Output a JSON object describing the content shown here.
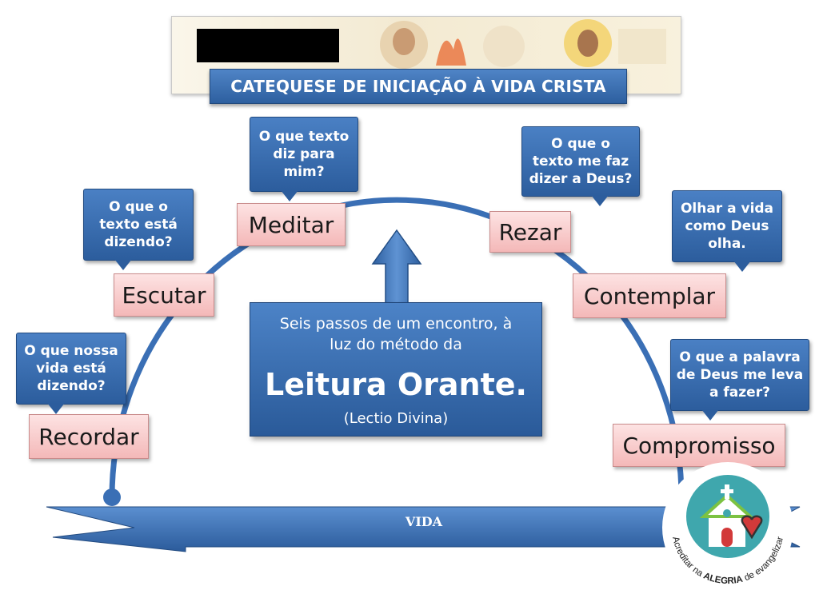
{
  "header": {
    "banner_title": "CATEQUESE DE INICIAÇÃO À VIDA CRISTA"
  },
  "steps": [
    {
      "label": "Recordar",
      "question": "O que nossa\nvida está\ndizendo?"
    },
    {
      "label": "Escutar",
      "question": "O que o\ntexto está\ndizendo?"
    },
    {
      "label": "Meditar",
      "question": "O que texto\ndiz para\nmim?"
    },
    {
      "label": "Rezar",
      "question": "O que o\ntexto me faz\ndizer a Deus?"
    },
    {
      "label": "Contemplar",
      "question": "Olhar a vida\ncomo Deus\nolha."
    },
    {
      "label": "Compromisso",
      "question": "O que a palavra\nde Deus me leva\na fazer?"
    }
  ],
  "center": {
    "line1": "Seis passos de um encontro, à\nluz do método da",
    "title": "Leitura Orante.",
    "subtitle": "(Lectio Divina)"
  },
  "base_label": "VIDA",
  "logo": {
    "text_prefix": "Acreditar na ",
    "text_emphasis": "ALEGRIA",
    "text_suffix": " de evangelizar"
  },
  "colors": {
    "callout_blue": "#2c5d9d",
    "step_pink": "#f4b8b8",
    "arc_blue": "#3a6fb5",
    "logo_teal": "#3fa7ad",
    "logo_red": "#d23a3a"
  }
}
